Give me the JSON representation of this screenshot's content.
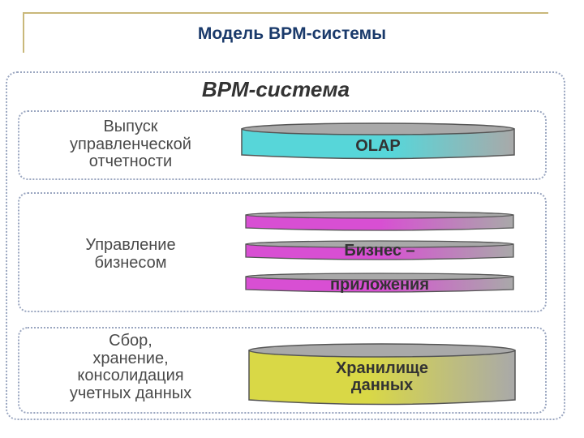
{
  "slide": {
    "title": "Модель BPM-системы"
  },
  "diagram": {
    "system_title": "BPM-система",
    "layers": [
      {
        "label": "Выпуск\nуправленческой\nотчетности",
        "component": "OLAP"
      },
      {
        "label": "Управление\nбизнесом",
        "component_lines": [
          "",
          "Бизнес –",
          "приложения"
        ]
      },
      {
        "label": "Сбор,\nхранение,\nконсолидация\nучетных данных",
        "component": "Хранилище\nданных"
      }
    ]
  },
  "colors": {
    "title": "#1a3a6b",
    "frame": "#c9b87a",
    "dotted_border": "#9aa6c0",
    "olap_fill": "#57d6d9",
    "business_fill": "#d84fd3",
    "warehouse_fill": "#d9d846",
    "grey": "#a9a9a9"
  }
}
